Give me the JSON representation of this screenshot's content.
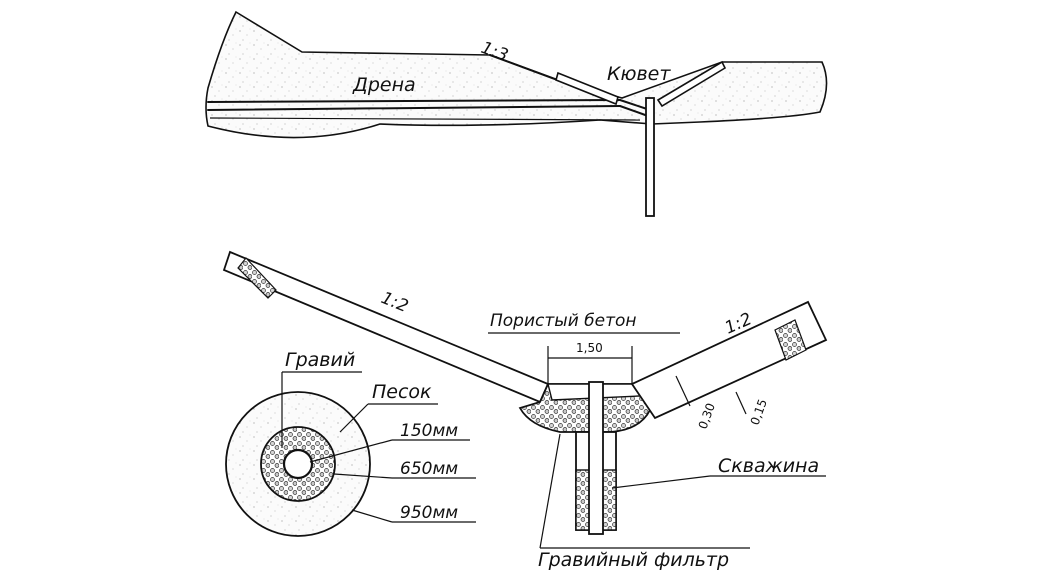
{
  "colors": {
    "ink": "#111111",
    "paper": "#ffffff",
    "soil_fill": "#fbfbfb",
    "gravel": "#cfcfcf"
  },
  "profile": {
    "slope_label": "1:3",
    "drain_label": "Дрена",
    "ditch_label": "Кювет"
  },
  "section": {
    "slope_left_label": "1:2",
    "slope_right_label": "1:2",
    "porous_concrete_label": "Пористый бетон",
    "bottom_width_label": "1,50",
    "thickness_outer_label": "0,30",
    "thickness_inner_label": "0,15",
    "well_label": "Скважина",
    "gravel_filter_label": "Гравийный фильтр"
  },
  "well_plan": {
    "gravel_label": "Гравий",
    "sand_label": "Песок",
    "diameters": [
      "150мм",
      "650мм",
      "950мм"
    ]
  }
}
